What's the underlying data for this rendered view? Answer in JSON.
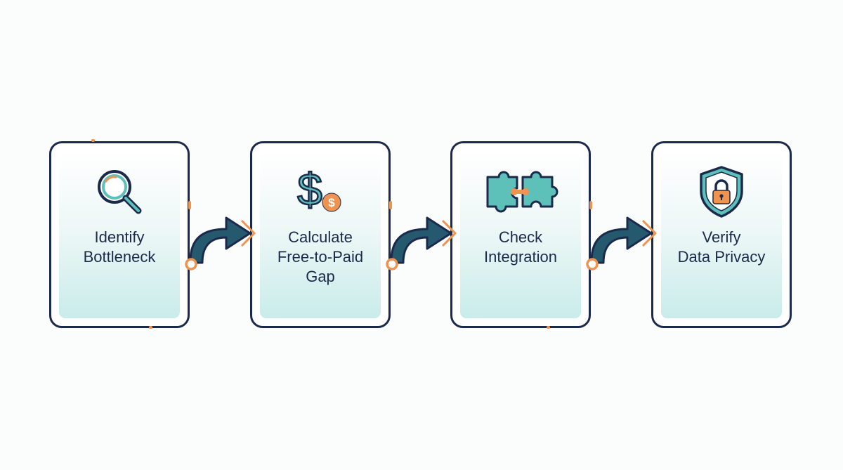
{
  "steps": [
    {
      "label": "Identify\nBottleneck",
      "icon": "magnifier-icon"
    },
    {
      "label": "Calculate\nFree-to-Paid\nGap",
      "icon": "dollar-coin-icon"
    },
    {
      "label": "Check\nIntegration",
      "icon": "puzzle-icon"
    },
    {
      "label": "Verify\nData Privacy",
      "icon": "shield-lock-icon"
    }
  ],
  "colors": {
    "outline": "#1b2a4c",
    "teal": "#5ec1b9",
    "orange": "#f0934f",
    "fill_light": "#c9ecea"
  }
}
